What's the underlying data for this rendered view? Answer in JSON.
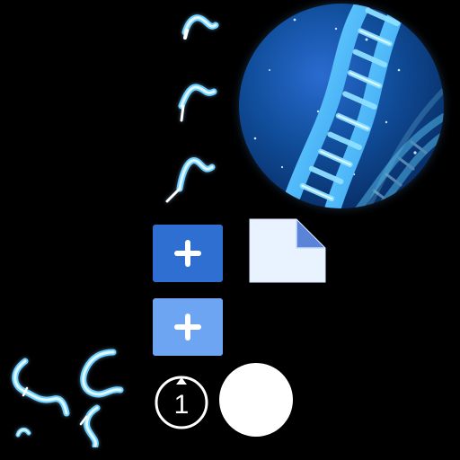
{
  "palette": {
    "background": "#000000",
    "plus_primary": "#2f6fd1",
    "plus_secondary": "#6da5f3",
    "page_fill": "#e8f3ff",
    "page_fold": "#5b84d8",
    "dna_light": "#6bd0ff",
    "dna_deep": "#0b3f86"
  },
  "icons": {
    "squiggle": "squiggle-strand-icon",
    "dna": "dna-helix-image",
    "add": "plus-icon",
    "page": "document-page-icon",
    "badge": "numbered-badge-icon",
    "circle": "white-circle-button"
  },
  "badge": {
    "number": "1"
  }
}
